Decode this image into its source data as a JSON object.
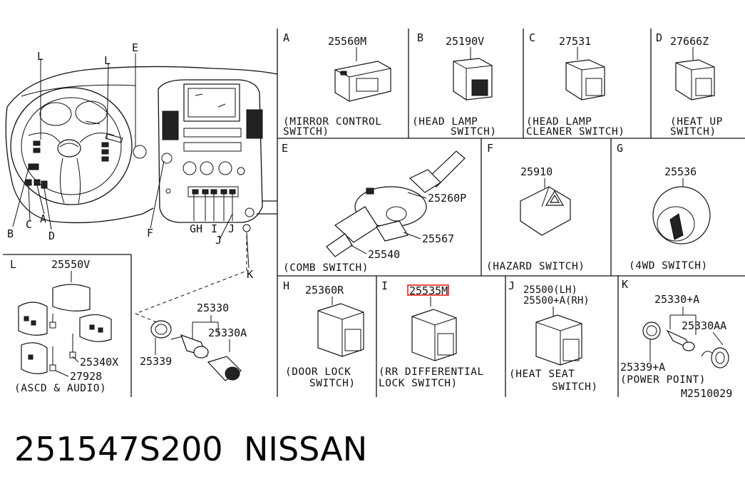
{
  "footer": {
    "part_number": "251547S200",
    "brand": "NISSAN"
  },
  "overview_letters": {
    "L1": "L",
    "L2": "L",
    "E": "E",
    "B": "B",
    "C": "C",
    "A": "A",
    "D": "D",
    "F": "F",
    "GH": "GH",
    "I": "I",
    "J": "J",
    "K": "K"
  },
  "panels": {
    "A": {
      "letter": "A",
      "part": "25560M",
      "caption1": "(MIRROR  CONTROL",
      "caption2": "SWITCH)"
    },
    "B": {
      "letter": "B",
      "part": "25190V",
      "caption1": "(HEAD LAMP",
      "caption2": "SWITCH)"
    },
    "C": {
      "letter": "C",
      "part": "27531",
      "caption1": "(HEAD LAMP",
      "caption2": "CLEANER SWITCH)"
    },
    "D": {
      "letter": "D",
      "part": "27666Z",
      "caption1": "(HEAT UP",
      "caption2": "SWITCH)"
    },
    "E": {
      "letter": "E",
      "part1": "25260P",
      "part2": "25567",
      "part3": "25540",
      "caption": "(COMB SWITCH)"
    },
    "F": {
      "letter": "F",
      "part": "25910",
      "caption": "(HAZARD SWITCH)"
    },
    "G": {
      "letter": "G",
      "part": "25536",
      "caption": "(4WD SWITCH)"
    },
    "H": {
      "letter": "H",
      "part": "25360R",
      "caption1": "(DOOR LOCK",
      "caption2": "SWITCH)"
    },
    "I": {
      "letter": "I",
      "part": "25535M",
      "caption1": "(RR DIFFERENTIAL",
      "caption2": "LOCK SWITCH)"
    },
    "J": {
      "letter": "J",
      "part1": "25500(LH)",
      "part2": "25500+A(RH)",
      "caption1": "(HEAT SEAT",
      "caption2": "SWITCH)"
    },
    "K": {
      "letter": "K",
      "part1": "25330+A",
      "part2": "25330AA",
      "part3": "25339+A",
      "caption": "(POWER POINT)"
    },
    "L": {
      "letter": "L",
      "part1": "25550V",
      "part2": "25340X",
      "part3": "27928",
      "caption": "(ASCD & AUDIO)"
    }
  },
  "lighter": {
    "part1": "25330",
    "part2": "25330A",
    "part3": "25339"
  },
  "diagram_code": "M2510029",
  "highlight_color": "#e8201c"
}
